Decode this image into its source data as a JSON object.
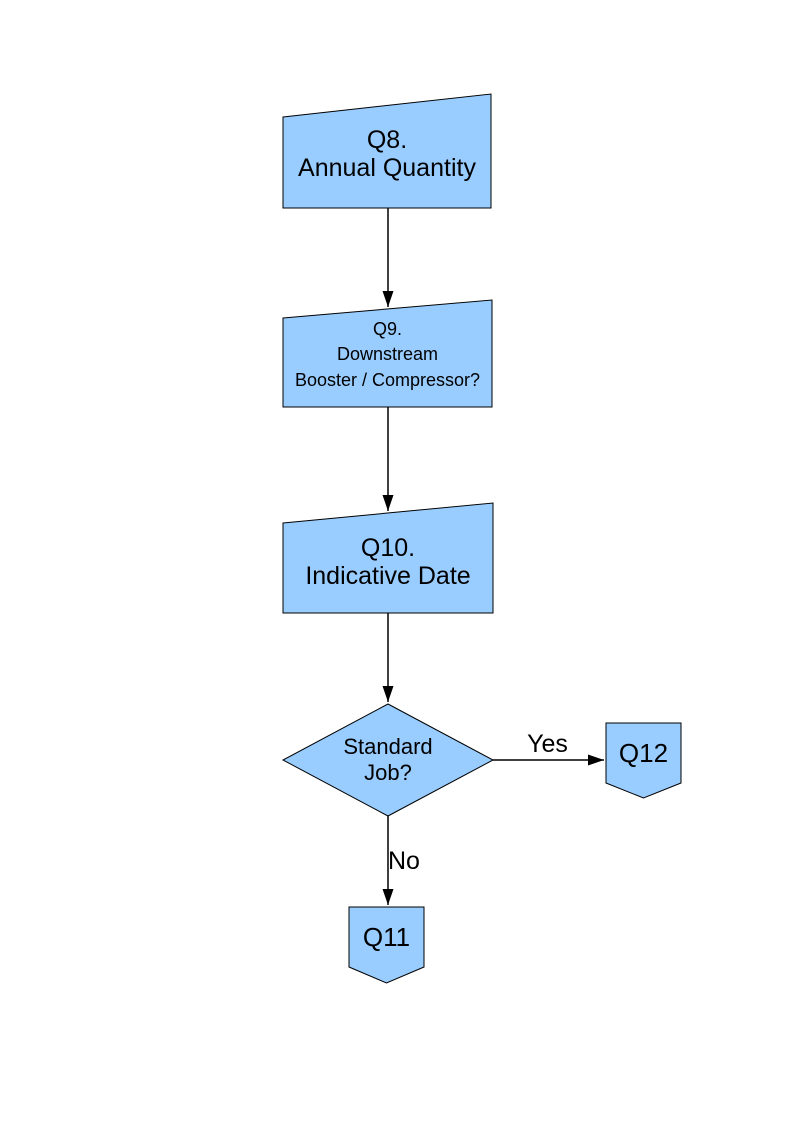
{
  "diagram": {
    "nodes": {
      "q8": {
        "label": "Q8.\nAnnual Quantity"
      },
      "q9": {
        "label": "Q9.\nDownstream\nBooster / Compressor?"
      },
      "q10": {
        "label": "Q10.\nIndicative Date"
      },
      "decision": {
        "label": "Standard\nJob?"
      },
      "q12": {
        "label": "Q12"
      },
      "q11": {
        "label": "Q11"
      }
    },
    "edge_labels": {
      "yes": "Yes",
      "no": "No"
    },
    "colors": {
      "node_fill": "#99CCFF",
      "node_border": "#000000",
      "text": "#000000",
      "background": "#FFFFFF"
    }
  }
}
